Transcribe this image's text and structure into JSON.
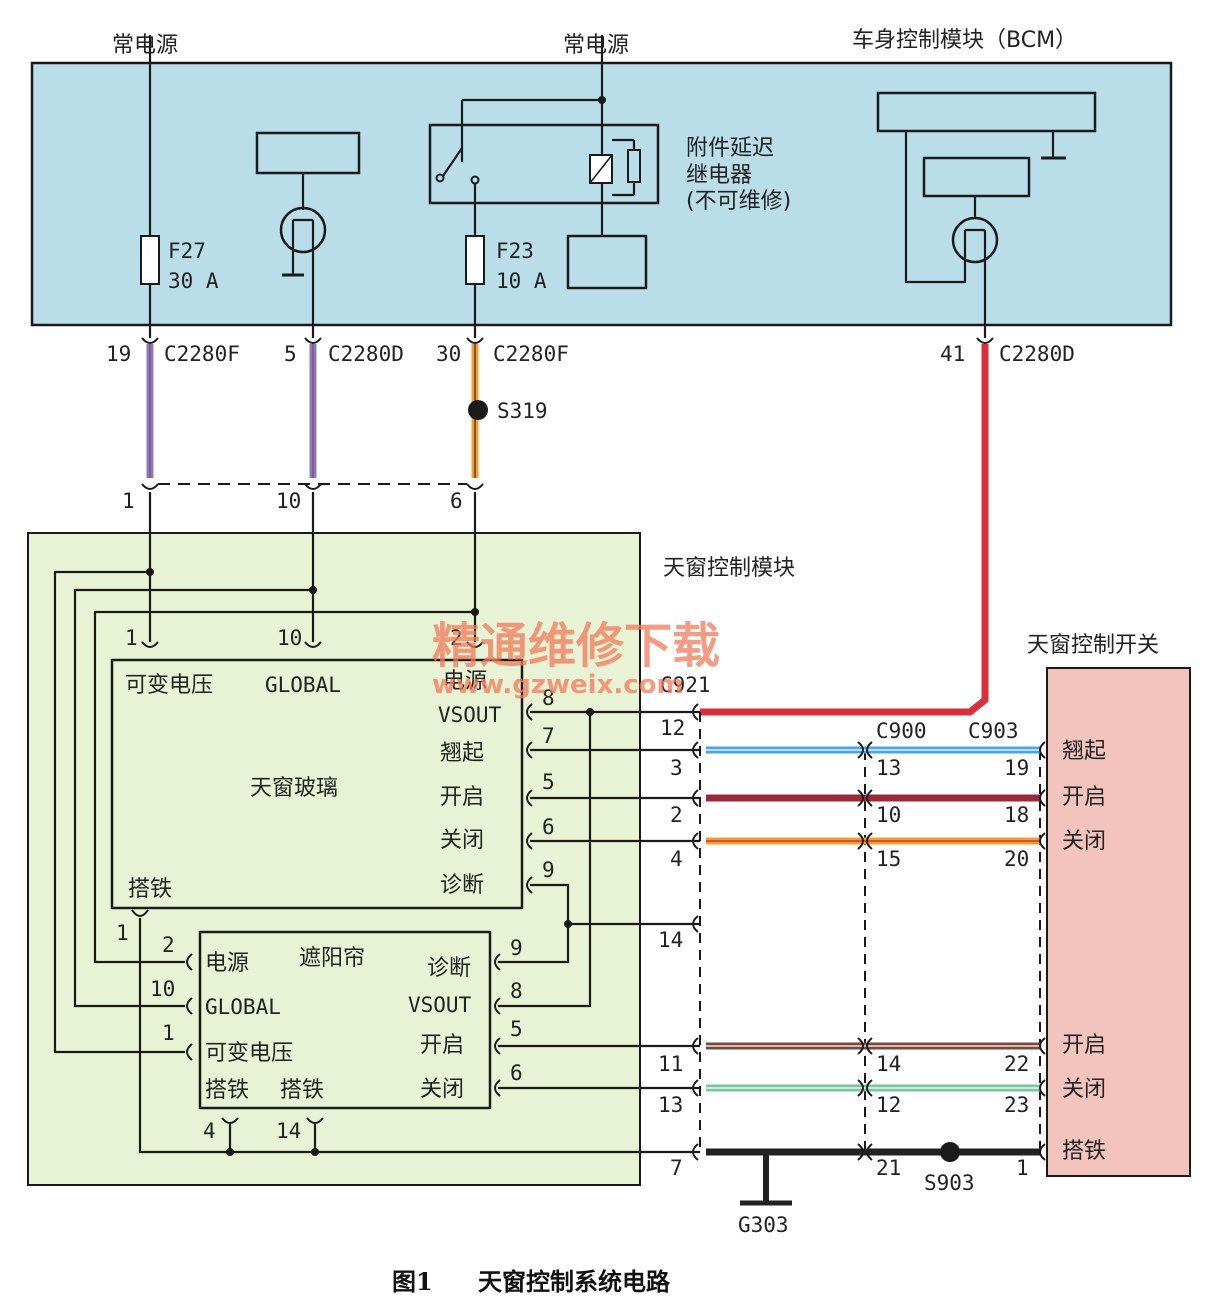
{
  "labels": {
    "power_left": "常电源",
    "power_mid": "常电源",
    "bcm_title": "车身控制模块（BCM）",
    "relay_line1": "附件延迟",
    "relay_line2": "继电器",
    "relay_line3": "(不可维修)",
    "f27_name": "F27",
    "f27_rating": "30 A",
    "f23_name": "F23",
    "f23_rating": "10 A",
    "sunroof_module": "天窗控制模块",
    "switch_title": "天窗控制开关",
    "glass_title": "天窗玻璃",
    "shade_title": "遮阳帘",
    "splice_s319": "S319",
    "splice_s903": "S903",
    "ground_g303": "G303",
    "caption_fig": "图1",
    "caption_text": "天窗控制系统电路",
    "watermark_cn": "精通维修下载",
    "watermark_url": "www.gzweix.com"
  },
  "bcm_pins": [
    {
      "pin": "19",
      "connector": "C2280F"
    },
    {
      "pin": "5",
      "connector": "C2280D"
    },
    {
      "pin": "30",
      "connector": "C2280F"
    },
    {
      "pin": "41",
      "connector": "C2280D"
    }
  ],
  "harness_pins": [
    "1",
    "10",
    "6"
  ],
  "glass_pins": {
    "top": [
      {
        "pin": "1",
        "label": "可变电压"
      },
      {
        "pin": "10",
        "label": "GLOBAL"
      },
      {
        "pin": "2",
        "label": "电源"
      }
    ],
    "right": [
      {
        "pin": "8",
        "label": "VSOUT"
      },
      {
        "pin": "7",
        "label": "翘起"
      },
      {
        "pin": "5",
        "label": "开启"
      },
      {
        "pin": "6",
        "label": "关闭"
      },
      {
        "pin": "9",
        "label": "诊断"
      }
    ],
    "ground": {
      "pin": "1",
      "label": "搭铁"
    }
  },
  "shade_pins": {
    "left": [
      {
        "pin": "2",
        "label": "电源"
      },
      {
        "pin": "10",
        "label": "GLOBAL"
      },
      {
        "pin": "1",
        "label": "可变电压"
      }
    ],
    "right": [
      {
        "pin": "9",
        "label": "诊断"
      },
      {
        "pin": "8",
        "label": "VSOUT"
      },
      {
        "pin": "5",
        "label": "开启"
      },
      {
        "pin": "6",
        "label": "关闭"
      }
    ],
    "bottom": [
      {
        "pin": "4",
        "label": "搭铁"
      },
      {
        "pin": "14",
        "label": "搭铁"
      }
    ]
  },
  "connectors": {
    "c921": "C921",
    "c900": "C900",
    "c903": "C903"
  },
  "c921_pins": [
    "12",
    "3",
    "2",
    "4",
    "14",
    "11",
    "13",
    "7"
  ],
  "c900_pins": [
    "13",
    "10",
    "15",
    "14",
    "12",
    "21"
  ],
  "c903_pins": [
    "19",
    "18",
    "20",
    "22",
    "23",
    "1"
  ],
  "switch_labels": [
    "翘起",
    "开启",
    "关闭",
    "开启",
    "关闭",
    "搭铁"
  ],
  "colors": {
    "bcm_fill": "#b9dde9",
    "module_fill": "#e8f2d4",
    "switch_fill": "#f2c4bd",
    "wire_red": "#d8303a",
    "wire_blue_violet": "#7f7fc6",
    "wire_orange": "#f0a030",
    "wire_blue": "#4aa6e0",
    "wire_darkred": "#9a2a3a",
    "wire_brown": "#7a4a3a",
    "wire_green": "#7ac6a0",
    "wire_black": "#222222"
  }
}
